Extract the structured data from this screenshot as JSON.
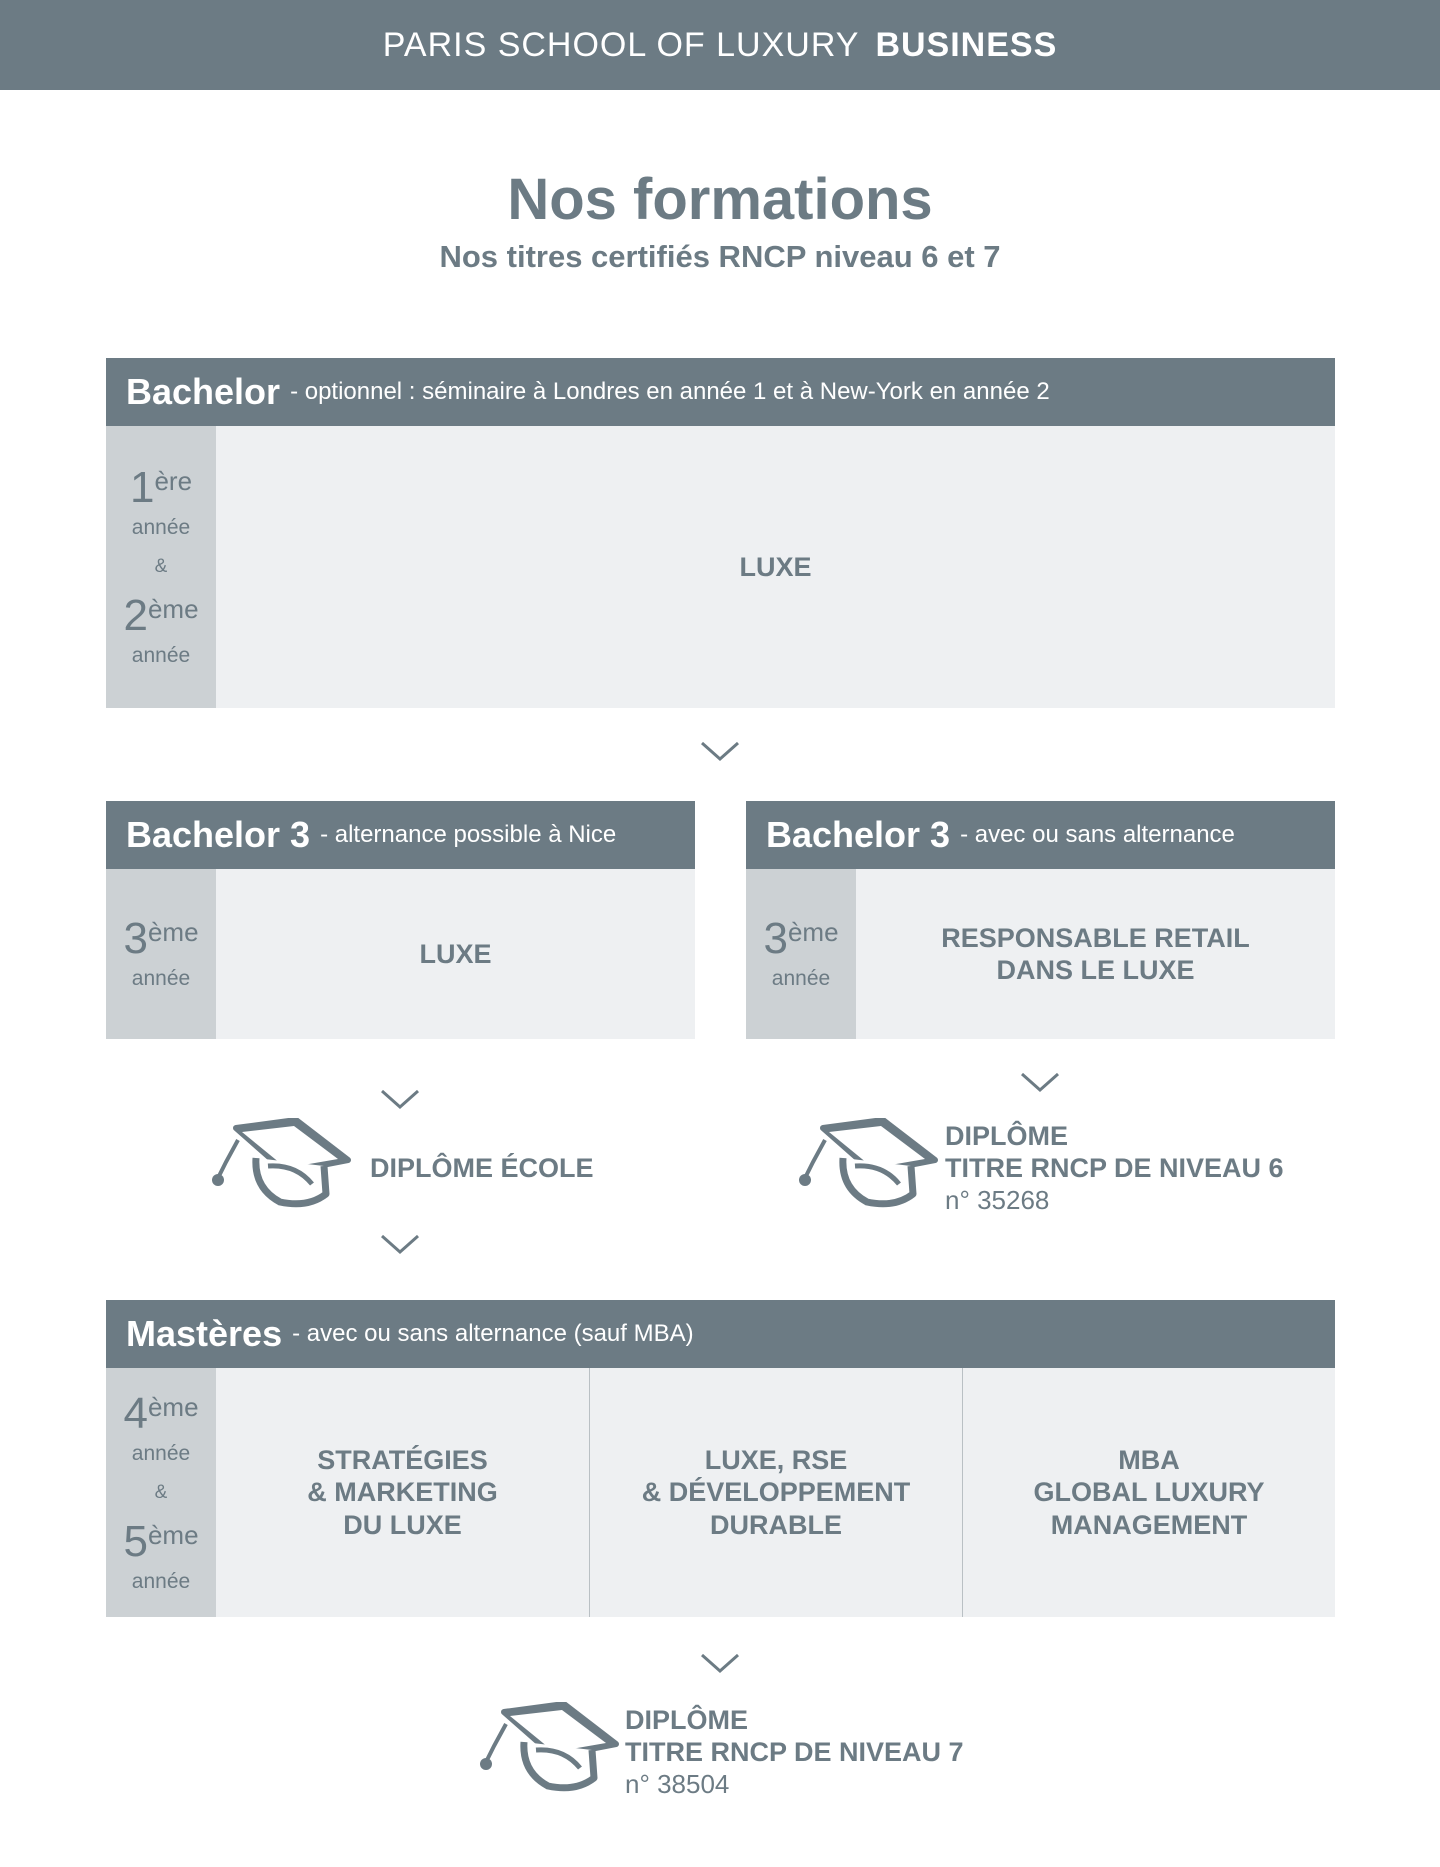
{
  "header": {
    "brand_light": "PARIS SCHOOL OF LUXURY",
    "brand_bold": "BUSINESS"
  },
  "page": {
    "title": "Nos formations",
    "subtitle": "Nos titres certifiés RNCP niveau 6 et 7"
  },
  "bachelor": {
    "name": "Bachelor",
    "note": "- optionnel : séminaire à Londres en année 1 et à New-York en année 2",
    "year1_num": "1",
    "year1_sup": "ère",
    "year_word": "année",
    "amp": "&",
    "year2_num": "2",
    "year2_sup": "ème",
    "program": "LUXE"
  },
  "bachelor3_left": {
    "name": "Bachelor 3",
    "note": "- alternance possible à Nice",
    "year_num": "3",
    "year_sup": "ème",
    "year_word": "année",
    "program": "LUXE"
  },
  "bachelor3_right": {
    "name": "Bachelor 3",
    "note": "- avec ou sans alternance",
    "year_num": "3",
    "year_sup": "ème",
    "year_word": "année",
    "program_line1": "RESPONSABLE RETAIL",
    "program_line2": "DANS LE LUXE"
  },
  "diploma_ecole": {
    "label": "DIPLÔME ÉCOLE"
  },
  "diploma_rncp6": {
    "line1": "DIPLÔME",
    "line2": "TITRE RNCP DE NIVEAU 6",
    "number": "n° 35268"
  },
  "masteres": {
    "name": "Mastères",
    "note": "- avec ou sans alternance (sauf MBA)",
    "year1_num": "4",
    "year1_sup": "ème",
    "year_word": "année",
    "amp": "&",
    "year2_num": "5",
    "year2_sup": "ème",
    "programs": [
      {
        "line1": "STRATÉGIES",
        "line2": "& MARKETING",
        "line3": "DU LUXE"
      },
      {
        "line1": "LUXE, RSE",
        "line2": "& DÉVELOPPEMENT",
        "line3": "DURABLE"
      },
      {
        "line1": "MBA",
        "line2": "GLOBAL LUXURY",
        "line3": "MANAGEMENT"
      }
    ]
  },
  "diploma_rncp7": {
    "line1": "DIPLÔME",
    "line2": "TITRE RNCP DE NIVEAU 7",
    "number": "n° 38504"
  },
  "icons": {
    "chevron": "chevron-down-icon",
    "cap": "graduation-cap-icon"
  },
  "colors": {
    "header_bg": "#6c7b84",
    "text": "#6c7b84",
    "year_col": "#ccd1d4",
    "cell_bg": "#eef0f2",
    "white": "#ffffff"
  }
}
